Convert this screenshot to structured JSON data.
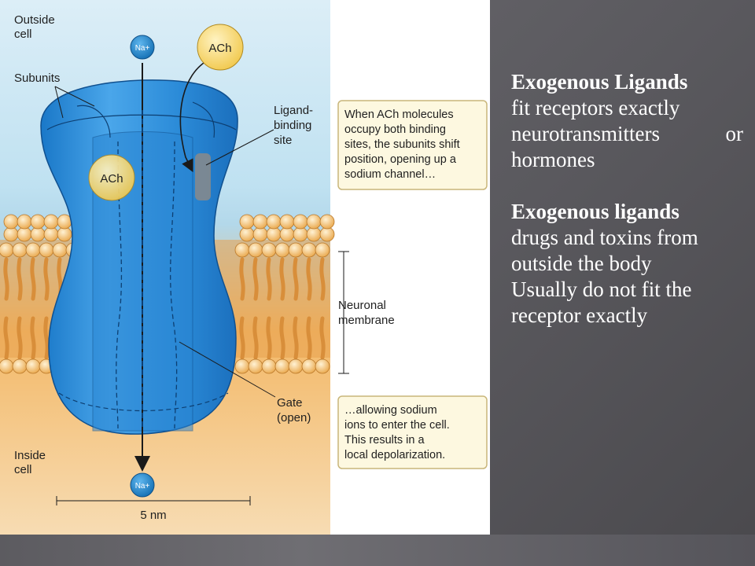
{
  "figure": {
    "labels": {
      "outside_cell_1": "Outside",
      "outside_cell_2": "cell",
      "subunits": "Subunits",
      "ligand_binding_1": "Ligand-",
      "ligand_binding_2": "binding",
      "ligand_binding_3": "site",
      "neuronal_membrane_1": "Neuronal",
      "neuronal_membrane_2": "membrane",
      "gate_1": "Gate",
      "gate_2": "(open)",
      "inside_cell_1": "Inside",
      "inside_cell_2": "cell",
      "scale": "5 nm",
      "ach_top": "ACh",
      "ach_bound": "ACh",
      "na_top": "Na+",
      "na_bottom": "Na+"
    },
    "callout_top": [
      "When ACh molecules",
      "occupy both binding",
      "sites, the subunits shift",
      "position, opening up a",
      "sodium channel…"
    ],
    "callout_bottom": [
      "…allowing sodium",
      "ions to enter the cell.",
      "This results in a",
      "local depolarization."
    ],
    "colors": {
      "receptor": "#2f8fd9",
      "ach": "#f6d36a",
      "na_ion": "#1d8ad0",
      "callout_bg": "#fdf8e0",
      "callout_border": "#c9b67a",
      "lipid_head": "#f1b552"
    }
  },
  "text_panel": {
    "block1": {
      "heading": "Exogenous Ligands",
      "lines": [
        "fit receptors exactly"
      ],
      "justified_words": [
        "neurotransmitters",
        "or"
      ],
      "tail": "hormones"
    },
    "block2": {
      "heading": "Exogenous ligands",
      "lines": [
        "drugs and toxins from",
        "outside the body",
        "Usually do not fit the",
        "receptor exactly"
      ]
    }
  }
}
